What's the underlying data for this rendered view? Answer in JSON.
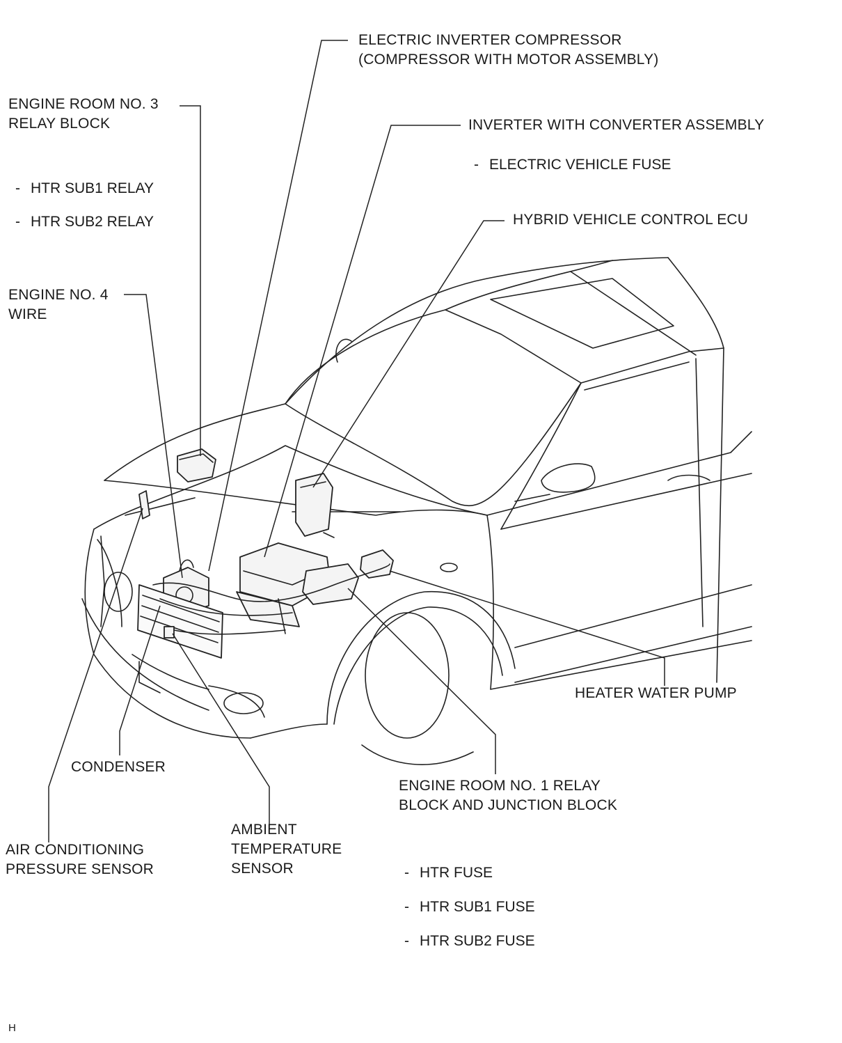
{
  "labels": {
    "compressor": [
      "ELECTRIC INVERTER COMPRESSOR",
      "(COMPRESSOR WITH MOTOR ASSEMBLY)"
    ],
    "relay3": [
      "ENGINE ROOM NO. 3",
      "RELAY BLOCK"
    ],
    "relay3_items": [
      "HTR SUB1 RELAY",
      "HTR SUB2 RELAY"
    ],
    "inverter": [
      "INVERTER WITH CONVERTER ASSEMBLY"
    ],
    "inverter_items": [
      "ELECTRIC VEHICLE FUSE"
    ],
    "ecu": [
      "HYBRID VEHICLE CONTROL ECU"
    ],
    "wire4": [
      "ENGINE NO. 4",
      "WIRE"
    ],
    "pump": [
      "HEATER WATER PUMP"
    ],
    "condenser": [
      "CONDENSER"
    ],
    "relay1": [
      "ENGINE ROOM NO. 1 RELAY",
      "BLOCK AND JUNCTION BLOCK"
    ],
    "relay1_items": [
      "HTR FUSE",
      "HTR SUB1 FUSE",
      "HTR SUB2 FUSE"
    ],
    "ambient": [
      "AMBIENT",
      "TEMPERATURE",
      "SENSOR"
    ],
    "pressure": [
      "AIR CONDITIONING",
      "PRESSURE SENSOR"
    ]
  },
  "dash": "-",
  "footer_code": "H"
}
